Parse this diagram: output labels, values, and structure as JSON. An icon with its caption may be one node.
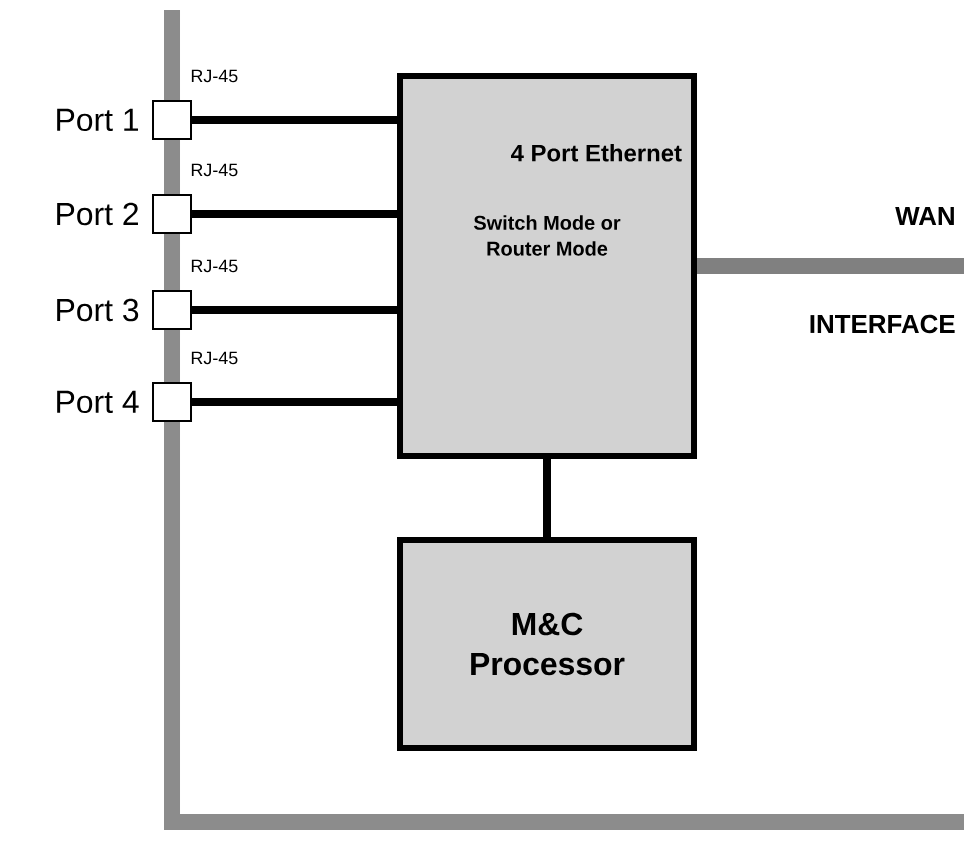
{
  "diagram": {
    "nodes": [
      {
        "text": [],
        "shape": "box",
        "beside": [
          "Port 1",
          "RJ-45"
        ]
      },
      {
        "text": [],
        "shape": "box",
        "beside": [
          "Port 2",
          "RJ-45"
        ]
      },
      {
        "text": [],
        "shape": "box",
        "beside": [
          "Port 3",
          "RJ-45"
        ]
      },
      {
        "text": [],
        "shape": "box",
        "beside": [
          "Port 4",
          "RJ-45"
        ]
      },
      {
        "text": [
          "4 Port Ethernet",
          "Switch Mode or Router Mode"
        ]
      },
      {
        "text": [
          "M&C Processor"
        ]
      }
    ],
    "edges": [
      {
        "from": 0,
        "to": 4,
        "arrow": "none"
      },
      {
        "from": 1,
        "to": 4,
        "arrow": "none"
      },
      {
        "from": 2,
        "to": 4,
        "arrow": "none"
      },
      {
        "from": 3,
        "to": 4,
        "arrow": "none"
      },
      {
        "from": 4,
        "to": 5,
        "arrow": "none"
      },
      {
        "from": 4,
        "to": null,
        "arrow": "none",
        "style": "thick",
        "color": "#808080"
      }
    ],
    "labels": [
      "WAN",
      "INTERFACE"
    ]
  }
}
